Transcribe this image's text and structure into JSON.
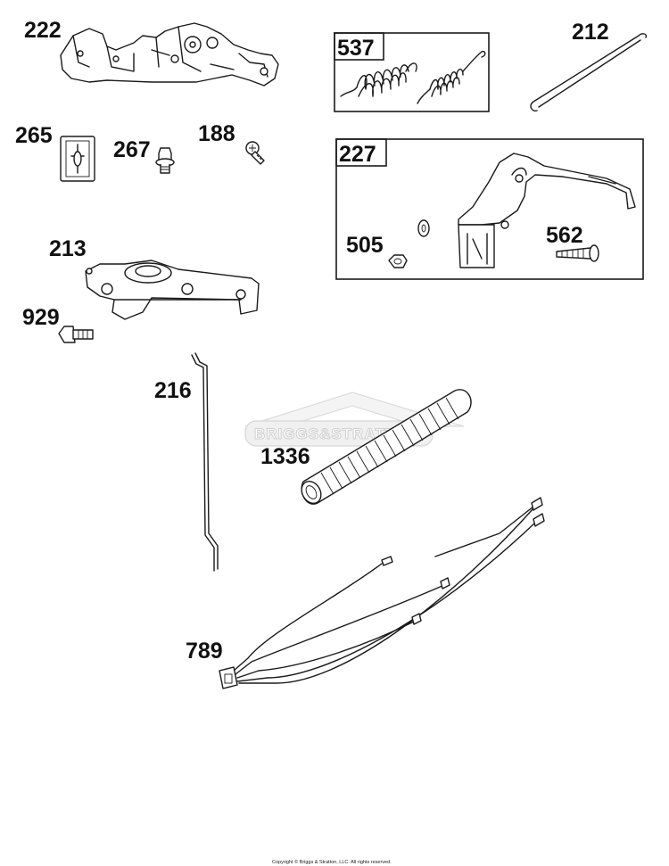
{
  "watermark": "BRIGGS&STRATTON",
  "copyright": "Copyright © Briggs & Stratton, LLC. All rights reserved.",
  "parts": {
    "p222": "222",
    "p537": "537",
    "p212": "212",
    "p265": "265",
    "p267": "267",
    "p188": "188",
    "p227": "227",
    "p505": "505",
    "p562": "562",
    "p213": "213",
    "p929": "929",
    "p216": "216",
    "p1336": "1336",
    "p789": "789"
  }
}
